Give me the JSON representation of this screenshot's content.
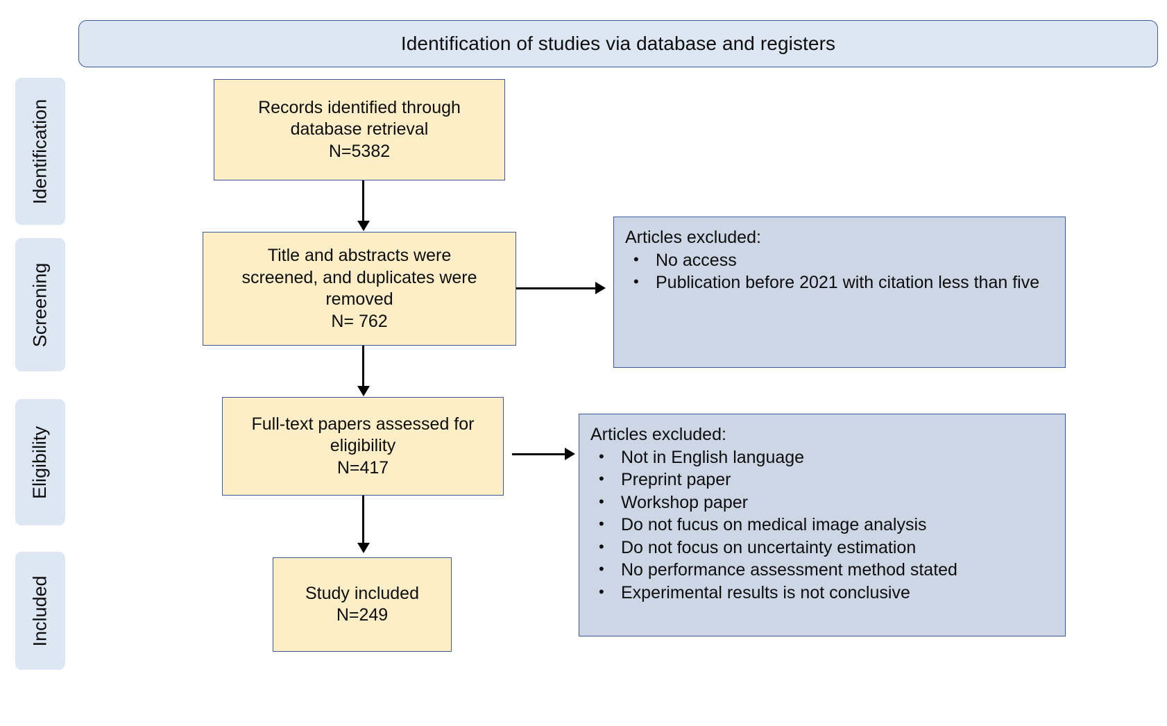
{
  "header": {
    "title": "Identification of studies via database and registers"
  },
  "stages": [
    {
      "label": "Identification"
    },
    {
      "label": "Screening"
    },
    {
      "label": "Eligibility"
    },
    {
      "label": "Included"
    }
  ],
  "flow_boxes": [
    {
      "name": "records-identified",
      "lines": [
        "Records identified through",
        "database retrieval",
        "N=5382"
      ]
    },
    {
      "name": "title-abstract-screening",
      "lines": [
        "Title and abstracts were",
        "screened, and duplicates were",
        "removed",
        "N= 762"
      ]
    },
    {
      "name": "full-text-assessed",
      "lines": [
        "Full-text papers assessed for",
        "eligibility",
        "N=417"
      ]
    },
    {
      "name": "study-included",
      "lines": [
        "Study included",
        "N=249"
      ]
    }
  ],
  "exclusion_boxes": [
    {
      "name": "screening-exclusions",
      "title": "Articles excluded:",
      "items": [
        "No access",
        "Publication before 2021 with citation less than five"
      ]
    },
    {
      "name": "eligibility-exclusions",
      "title": "Articles excluded:",
      "items": [
        "Not in English language",
        "Preprint paper",
        "Workshop paper",
        "Do not fucus on  medical image analysis",
        "Do not focus on uncertainty  estimation",
        "No performance assessment method stated",
        "Experimental results is not conclusive"
      ]
    }
  ],
  "colors": {
    "banner_fill": "#dde7f3",
    "box_border": "#3a5a97",
    "flow_fill": "#fdeec8",
    "exclusion_fill": "#ccd6e5",
    "connector": "#000000"
  }
}
